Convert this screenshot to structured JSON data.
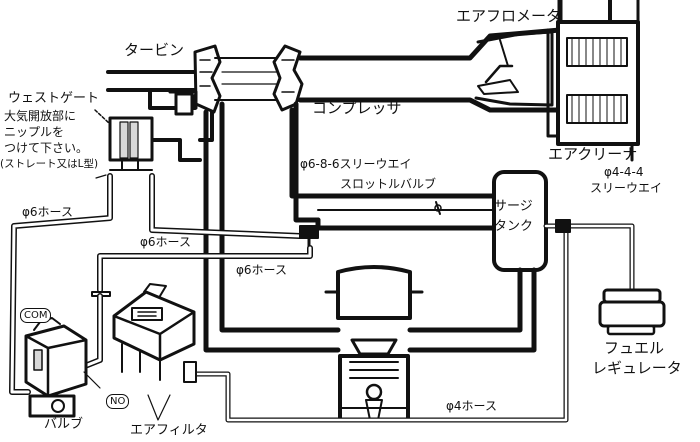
{
  "labels": {
    "air_flow_meter": "エアフロメータ",
    "turbine": "タービン",
    "wastegate": "ウェストゲート",
    "atmosphere_note_line1": "大気開放部に",
    "atmosphere_note_line2": "ニップルを",
    "atmosphere_note_line3": "つけて下さい。",
    "atmosphere_note_line4": "(ストレート又はL型)",
    "compressor": "コンプレッサ",
    "air_cleaner": "エアクリーナ",
    "three_way_686": "φ6-8-6スリーウエイ",
    "throttle_valve": "スロットルバルブ",
    "surge_tank_line1": "サージ",
    "surge_tank_line2": "タンク",
    "three_way_444_line1": "φ4-4-4",
    "three_way_444_line2": "スリーウエイ",
    "hose_6_left": "φ6ホース",
    "hose_6_middle": "φ6ホース",
    "hose_6_right": "φ6ホース",
    "hose_4": "φ4ホース",
    "fuel_regulator_line1": "フュエル",
    "fuel_regulator_line2": "レギュレータ",
    "valve": "バルブ",
    "air_filter": "エアフィルタ"
  },
  "badges": {
    "com": "COM",
    "no": "NO"
  },
  "colors": {
    "line": "#111111",
    "background": "#ffffff",
    "fill_gray": "#d8d8d8"
  }
}
